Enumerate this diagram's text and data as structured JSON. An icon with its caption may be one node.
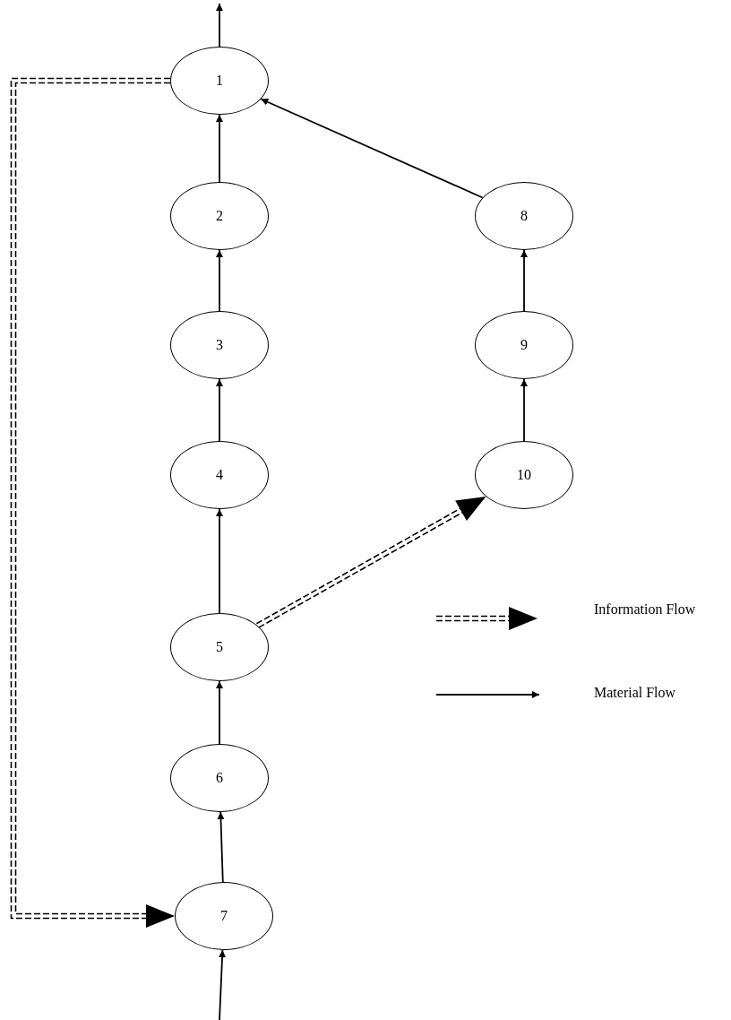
{
  "diagram": {
    "nodes": [
      {
        "text": [
          "1"
        ]
      },
      {
        "text": [
          "2"
        ]
      },
      {
        "text": [
          "3"
        ]
      },
      {
        "text": [
          "4"
        ]
      },
      {
        "text": [
          "5"
        ]
      },
      {
        "text": [
          "6"
        ]
      },
      {
        "text": [
          "7"
        ]
      },
      {
        "text": [
          "8"
        ]
      },
      {
        "text": [
          "9"
        ]
      },
      {
        "text": [
          "10"
        ]
      }
    ],
    "edges": [
      {
        "from": null,
        "to": 6,
        "arrow": "to"
      },
      {
        "from": 6,
        "to": 5,
        "arrow": "to"
      },
      {
        "from": 5,
        "to": 4,
        "arrow": "to"
      },
      {
        "from": 4,
        "to": 3,
        "arrow": "to"
      },
      {
        "from": 3,
        "to": 2,
        "arrow": "to"
      },
      {
        "from": 2,
        "to": 1,
        "arrow": "to"
      },
      {
        "from": 1,
        "to": 0,
        "arrow": "to"
      },
      {
        "from": 0,
        "to": null,
        "arrow": "to"
      },
      {
        "from": 7,
        "to": 0,
        "arrow": "to"
      },
      {
        "from": 8,
        "to": 7,
        "arrow": "to"
      },
      {
        "from": 9,
        "to": 8,
        "arrow": "to"
      },
      {
        "from": 0,
        "to": 6,
        "arrow": "to",
        "style": "dashed"
      },
      {
        "from": 4,
        "to": 9,
        "arrow": "to",
        "style": "dashed"
      }
    ],
    "legend": [
      {
        "text": "Information Flow"
      },
      {
        "text": "Material Flow"
      }
    ]
  }
}
